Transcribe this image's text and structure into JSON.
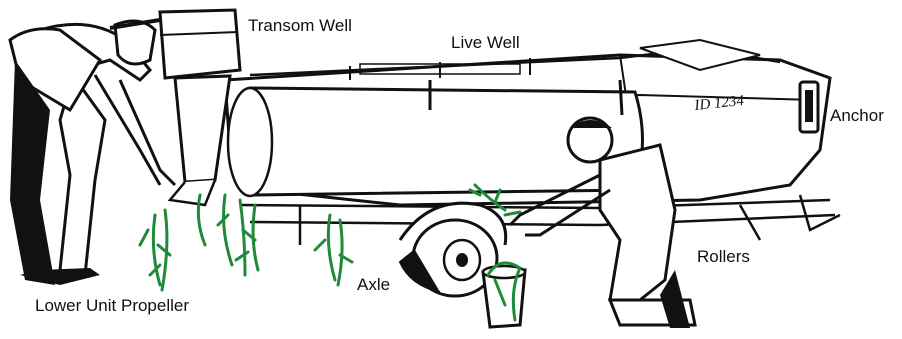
{
  "labels": {
    "transom_well": "Transom Well",
    "live_well": "Live Well",
    "anchor": "Anchor",
    "rollers": "Rollers",
    "axle": "Axle",
    "lower_unit_propeller": "Lower Unit Propeller"
  },
  "registration_number": "ID 1234",
  "colors": {
    "ink": "#111111",
    "weed_green": "#1f8a3a",
    "background": "#ffffff"
  }
}
